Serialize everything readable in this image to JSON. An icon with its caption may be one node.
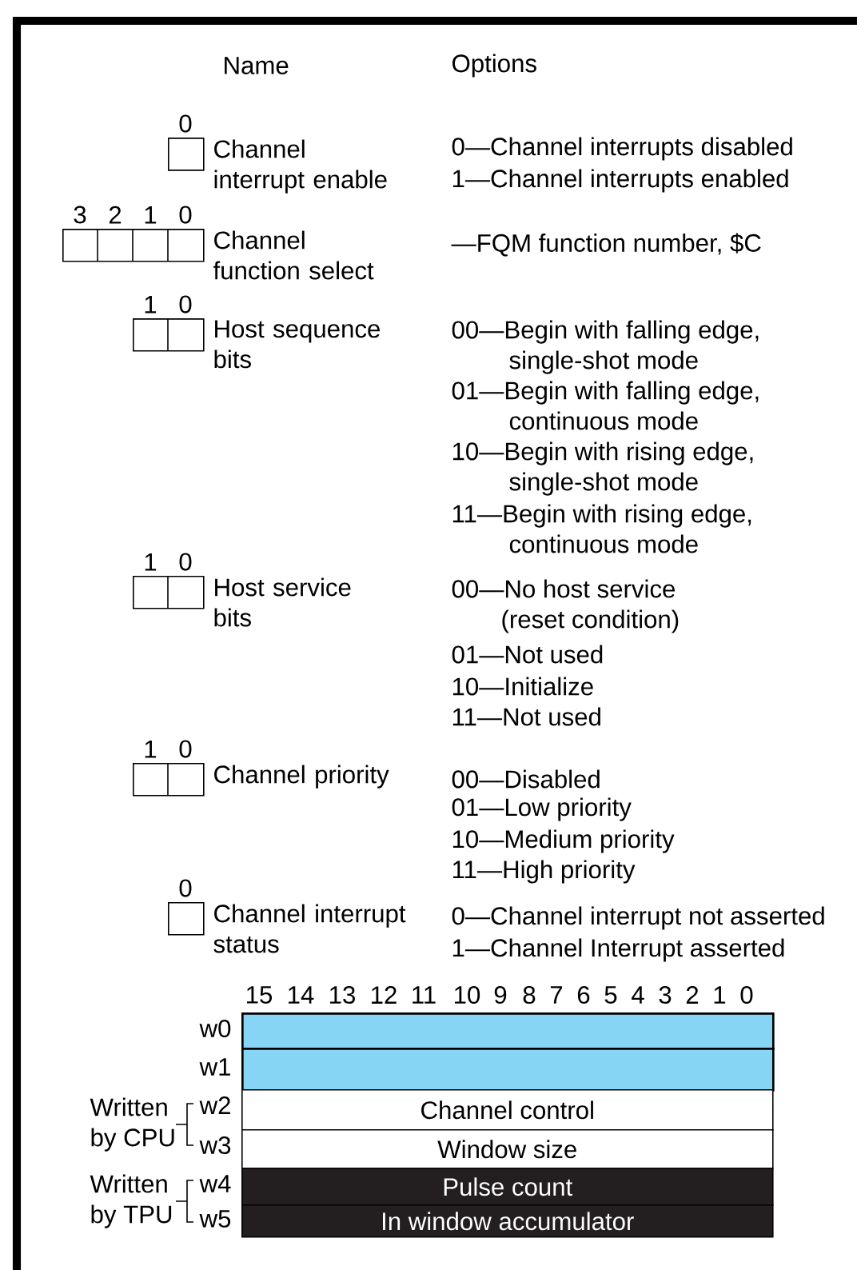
{
  "diagram": {
    "nodes": [
      {
        "text": [],
        "shape": "box",
        "beside": [
          "0",
          "Channel interrupt enable"
        ]
      },
      {
        "text": [],
        "shape": "box",
        "beside": [
          "3",
          "2",
          "1",
          "0",
          "Channel function select"
        ]
      },
      {
        "text": [],
        "shape": "box",
        "beside": [
          "1",
          "0",
          "Host sequence bits"
        ]
      },
      {
        "text": [],
        "shape": "box",
        "beside": [
          "1",
          "0",
          "Host service bits"
        ]
      },
      {
        "text": [],
        "shape": "box",
        "beside": [
          "1",
          "0",
          "Channel priority"
        ]
      },
      {
        "text": [],
        "shape": "box",
        "beside": [
          "0",
          "Channel interrupt status"
        ]
      },
      {
        "text": [],
        "shape": "bar"
      },
      {
        "text": [],
        "shape": "bar"
      },
      {
        "text": [
          "Channel control"
        ]
      },
      {
        "text": [
          "Window size"
        ]
      },
      {
        "text": [
          "Pulse count"
        ]
      },
      {
        "text": [
          "In window accumulator"
        ]
      }
    ],
    "labels": [
      "Name",
      "Options",
      "0—Channel interrupts disabled",
      "1—Channel interrupts enabled",
      "—FQM function number, $C",
      "00—Begin with falling edge, single-shot mode",
      "01—Begin with falling edge, continuous mode",
      "10—Begin with rising edge, single-shot mode",
      "11—Begin with rising edge, continuous mode",
      "00—No host service (reset condition)",
      "01—Not used",
      "10—Initialize",
      "11—Not used",
      "00—Disabled",
      "01—Low priority",
      "10—Medium priority",
      "11—High priority",
      "0—Channel interrupt not asserted",
      "1—Channel Interrupt asserted",
      "15",
      "14",
      "13",
      "12",
      "11",
      "10",
      "9",
      "8",
      "7",
      "6",
      "5",
      "4",
      "3",
      "2",
      "1",
      "0",
      "w0",
      "w1",
      "w2",
      "w3",
      "w4",
      "w5",
      "Written by CPU",
      "Written by TPU"
    ]
  }
}
